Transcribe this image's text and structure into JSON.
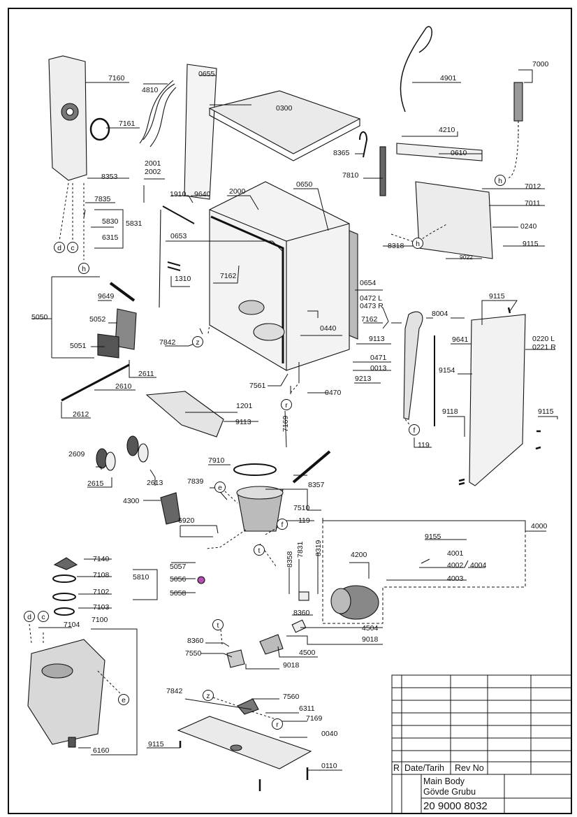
{
  "part_labels": [
    "7160",
    "4810",
    "0655",
    "0300",
    "4901",
    "7000",
    "7161",
    "4210",
    "8365",
    "0610",
    "8353",
    "2001",
    "2002",
    "1910",
    "9640",
    "2000",
    "0650",
    "7810",
    "7012",
    "7835",
    "7011",
    "5830",
    "5831",
    "6315",
    "0653",
    "0240",
    "8318",
    "9115",
    "9022",
    "1310",
    "7162",
    "5050",
    "9649",
    "0654",
    "0472 L",
    "0473 R",
    "5052",
    "7162",
    "8004",
    "9115",
    "0220 L",
    "0221 R",
    "0440",
    "9113",
    "9641",
    "5051",
    "7842",
    "0471",
    "0013",
    "9154",
    "2611",
    "9213",
    "2610",
    "7561",
    "0470",
    "1201",
    "9118",
    "9115",
    "2612",
    "9113",
    "7169",
    "119",
    "2609",
    "7910",
    "2615",
    "2613",
    "8357",
    "7839",
    "4300",
    "7510",
    "119",
    "4000",
    "6920",
    "9155",
    "4200",
    "7831",
    "8358",
    "8319",
    "4001",
    "4002",
    "4004",
    "4003",
    "7140",
    "5057",
    "5810",
    "7108",
    "5056",
    "7102",
    "5058",
    "7103",
    "8360",
    "7104",
    "7100",
    "4504",
    "9018",
    "8360",
    "4500",
    "7550",
    "9018",
    "7842",
    "7560",
    "6311",
    "7169",
    "0040",
    "9115",
    "6160",
    "0110"
  ],
  "callout_letters": [
    "d",
    "c",
    "h",
    "h",
    "z",
    "r",
    "f",
    "e",
    "f",
    "t",
    "t",
    "d",
    "c",
    "e",
    "z",
    "r"
  ],
  "title_block": {
    "rev_letter": "R",
    "date_label": "Date/Tarih",
    "rev_label": "Rev No",
    "title_en": "Main Body",
    "title_tr": "Gövde Grubu",
    "drawing_number": "20 9000 8032"
  },
  "colors": {
    "line": "#111111",
    "part_fill": "#e6e6e6",
    "accent": "#b44fb4"
  }
}
